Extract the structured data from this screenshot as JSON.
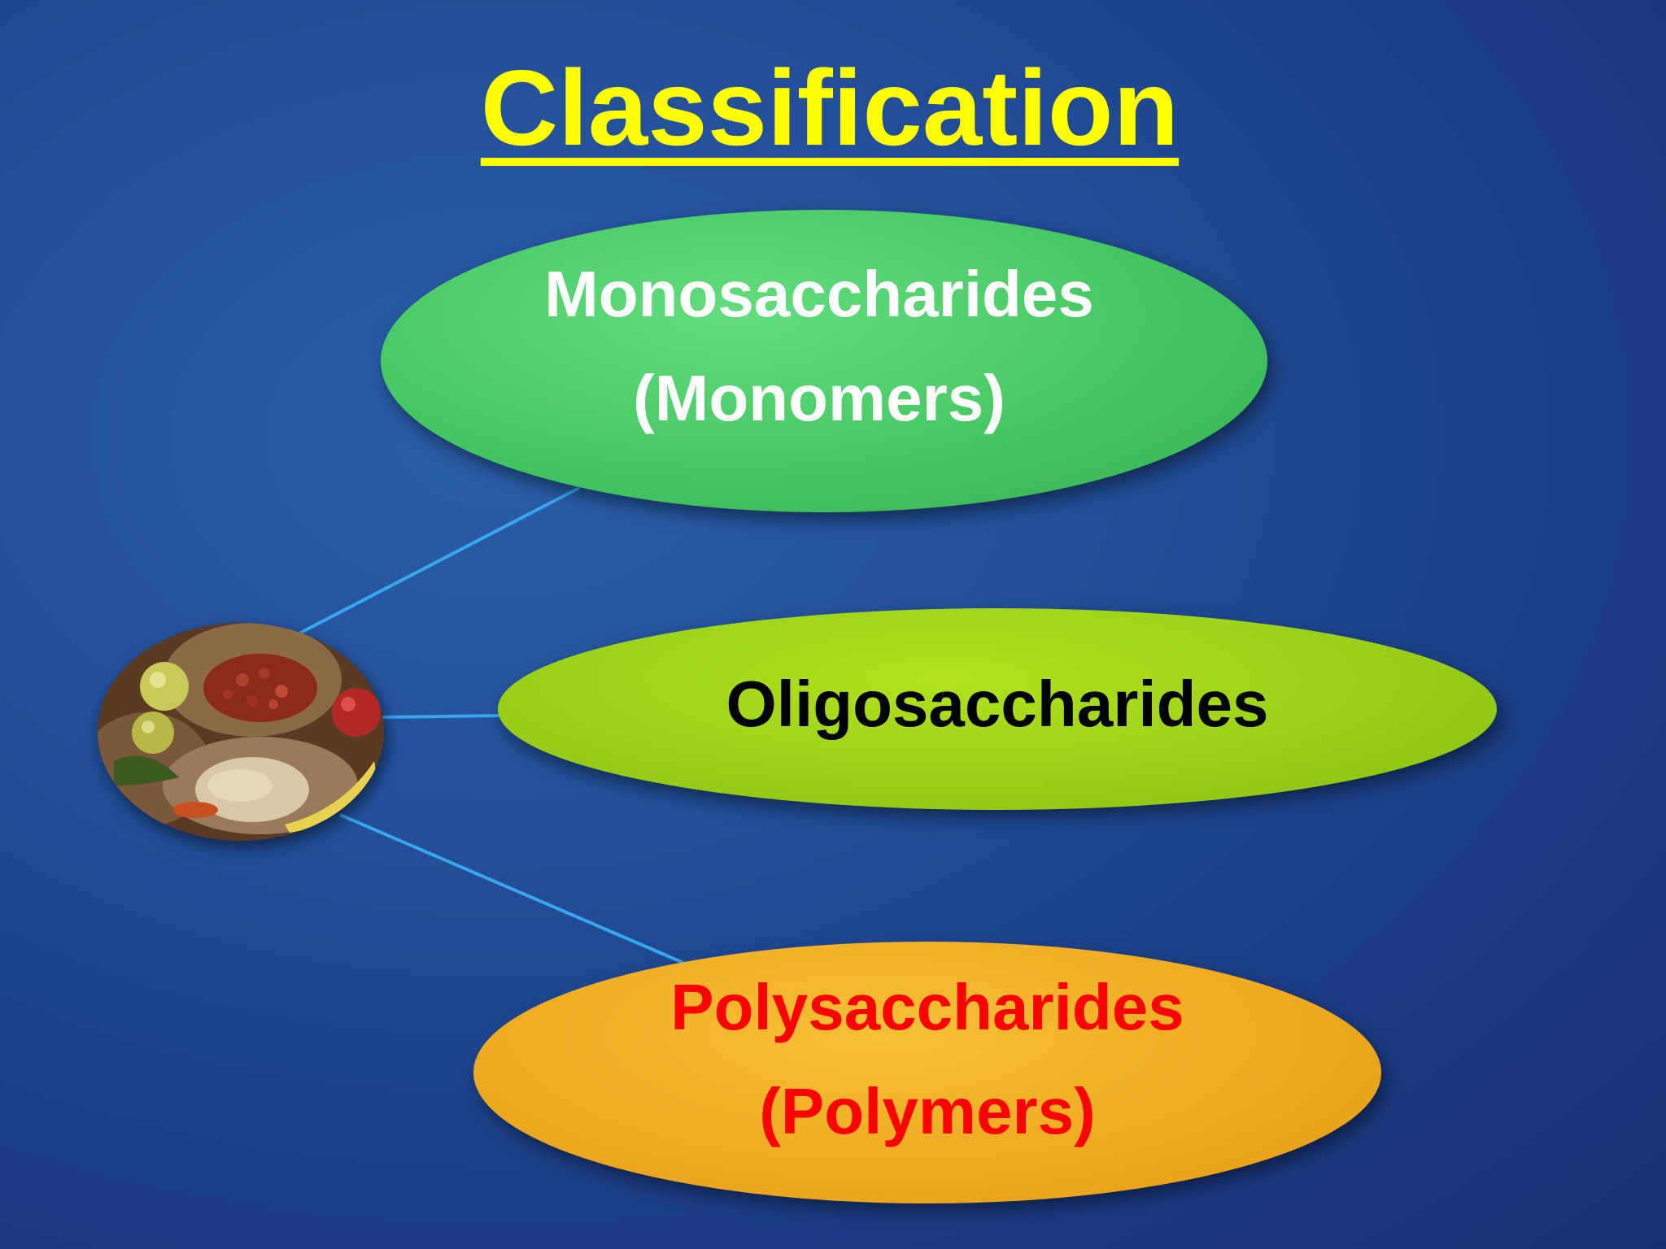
{
  "slide": {
    "title": "Classification",
    "title_color": "#ffff00",
    "background_color": "#224f98",
    "connector_color": "#3aa6ee"
  },
  "nodes": [
    {
      "id": "monosaccharides",
      "lines": [
        "Monosaccharides",
        "(Monomers)"
      ],
      "text_color": "#ffffff",
      "fill_color": "#46c762"
    },
    {
      "id": "oligosaccharides",
      "lines": [
        "Oligosaccharides"
      ],
      "text_color": "#000000",
      "fill_color": "#9ad019"
    },
    {
      "id": "polysaccharides",
      "lines": [
        "Polysaccharides",
        "(Polymers)"
      ],
      "text_color": "#ff0000",
      "fill_color": "#efab22"
    }
  ],
  "hub": {
    "image": "food-photo-icon"
  }
}
